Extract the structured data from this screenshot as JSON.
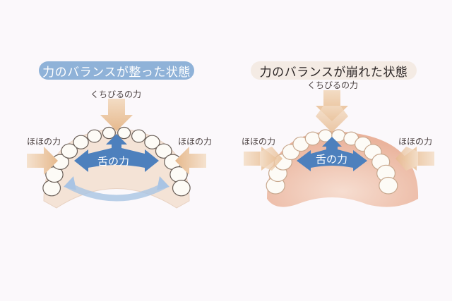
{
  "left_panel": {
    "title": "力のバランスが整った状態",
    "lip_force": "くちびるの力",
    "cheek_force_left": "ほほの力",
    "cheek_force_right": "ほほの力",
    "tongue_force": "舌の力"
  },
  "right_panel": {
    "title": "力のバランスが崩れた状態",
    "lip_force": "くちびるの力",
    "cheek_force_left": "ほほの力",
    "cheek_force_right": "ほほの力",
    "tongue_force": "舌の力"
  },
  "colors": {
    "balanced_title_bg": "#8fb2d8",
    "unbalanced_title_bg": "#f4ebe4",
    "force_arrow": "#e9c39c",
    "tongue_arrow": "#4d80bd",
    "gum": "#f1c7b4"
  }
}
